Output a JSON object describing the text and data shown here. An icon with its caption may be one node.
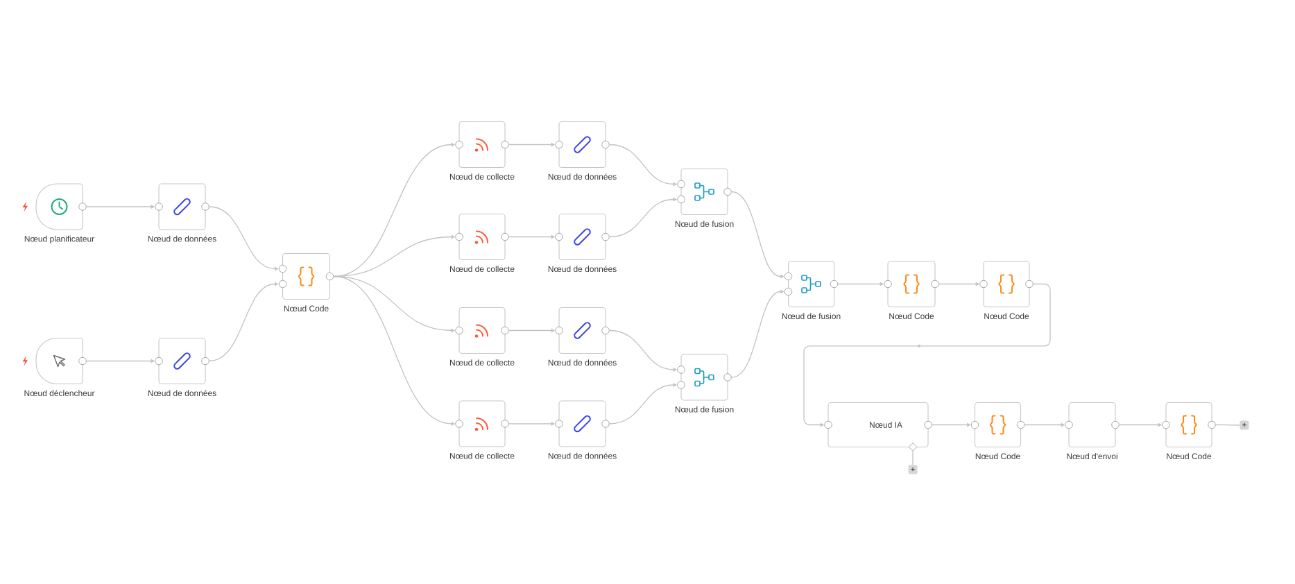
{
  "diagram": {
    "nodes": [
      {
        "text": [
          "Nœud planificateur"
        ]
      },
      {
        "text": [
          "Nœud de données"
        ]
      },
      {
        "text": [
          "Nœud déclencheur"
        ]
      },
      {
        "text": [
          "Nœud de données"
        ]
      },
      {
        "text": [
          "Nœud Code"
        ]
      },
      {
        "text": [
          "Nœud de collecte"
        ]
      },
      {
        "text": [
          "Nœud de données"
        ]
      },
      {
        "text": [
          "Nœud de collecte"
        ]
      },
      {
        "text": [
          "Nœud de données"
        ]
      },
      {
        "text": [
          "Nœud de collecte"
        ]
      },
      {
        "text": [
          "Nœud de données"
        ]
      },
      {
        "text": [
          "Nœud de collecte"
        ]
      },
      {
        "text": [
          "Nœud de données"
        ]
      },
      {
        "text": [
          "Nœud de fusion"
        ]
      },
      {
        "text": [
          "Nœud de fusion"
        ]
      },
      {
        "text": [
          "Nœud de fusion"
        ]
      },
      {
        "text": [
          "Nœud Code"
        ]
      },
      {
        "text": [
          "Nœud Code"
        ]
      },
      {
        "text": [
          "Nœud IA"
        ]
      },
      {
        "text": [
          "Nœud Code"
        ]
      },
      {
        "text": [
          "Nœud d'envoi"
        ]
      },
      {
        "text": [
          "Nœud Code"
        ]
      },
      {
        "text": [
          "+"
        ]
      },
      {
        "text": [
          "+"
        ]
      }
    ],
    "edges": [
      {
        "from": 0,
        "to": 1,
        "arrow": "to"
      },
      {
        "from": 2,
        "to": 3,
        "arrow": "to"
      },
      {
        "from": 1,
        "to": 4,
        "arrow": "to"
      },
      {
        "from": 3,
        "to": 4,
        "arrow": "to"
      },
      {
        "from": 4,
        "to": 5,
        "arrow": "to"
      },
      {
        "from": 4,
        "to": 7,
        "arrow": "to"
      },
      {
        "from": 4,
        "to": 9,
        "arrow": "to"
      },
      {
        "from": 4,
        "to": 11,
        "arrow": "to"
      },
      {
        "from": 5,
        "to": 6,
        "arrow": "to"
      },
      {
        "from": 7,
        "to": 8,
        "arrow": "to"
      },
      {
        "from": 9,
        "to": 10,
        "arrow": "to"
      },
      {
        "from": 11,
        "to": 12,
        "arrow": "to"
      },
      {
        "from": 6,
        "to": 13,
        "arrow": "to"
      },
      {
        "from": 8,
        "to": 13,
        "arrow": "to"
      },
      {
        "from": 10,
        "to": 14,
        "arrow": "to"
      },
      {
        "from": 12,
        "to": 14,
        "arrow": "to"
      },
      {
        "from": 13,
        "to": 15,
        "arrow": "to"
      },
      {
        "from": 14,
        "to": 15,
        "arrow": "to"
      },
      {
        "from": 15,
        "to": 16,
        "arrow": "to"
      },
      {
        "from": 16,
        "to": 17,
        "arrow": "to"
      },
      {
        "from": 17,
        "to": 18,
        "arrow": "to"
      },
      {
        "from": 18,
        "to": 19,
        "arrow": "to"
      },
      {
        "from": 19,
        "to": 20,
        "arrow": "to"
      },
      {
        "from": 20,
        "to": 21,
        "arrow": "to"
      },
      {
        "from": 21,
        "to": 22,
        "arrow": "none"
      },
      {
        "from": 18,
        "to": 23,
        "arrow": "none"
      }
    ]
  }
}
